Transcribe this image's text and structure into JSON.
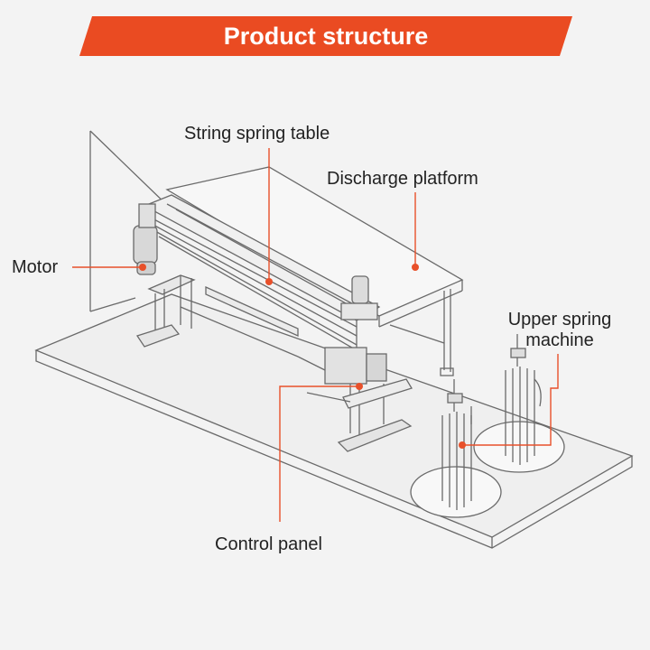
{
  "header": {
    "title": "Product structure",
    "accent_color": "#ea4b22"
  },
  "labels": {
    "string_spring_table": "String spring table",
    "discharge_platform": "Discharge platform",
    "motor": "Motor",
    "upper_spring_machine_line1": "Upper spring",
    "upper_spring_machine_line2": "machine",
    "control_panel": "Control panel"
  },
  "colors": {
    "callout": "#e8502a",
    "line_art": "#6a6a6a",
    "background": "#f3f3f3"
  }
}
